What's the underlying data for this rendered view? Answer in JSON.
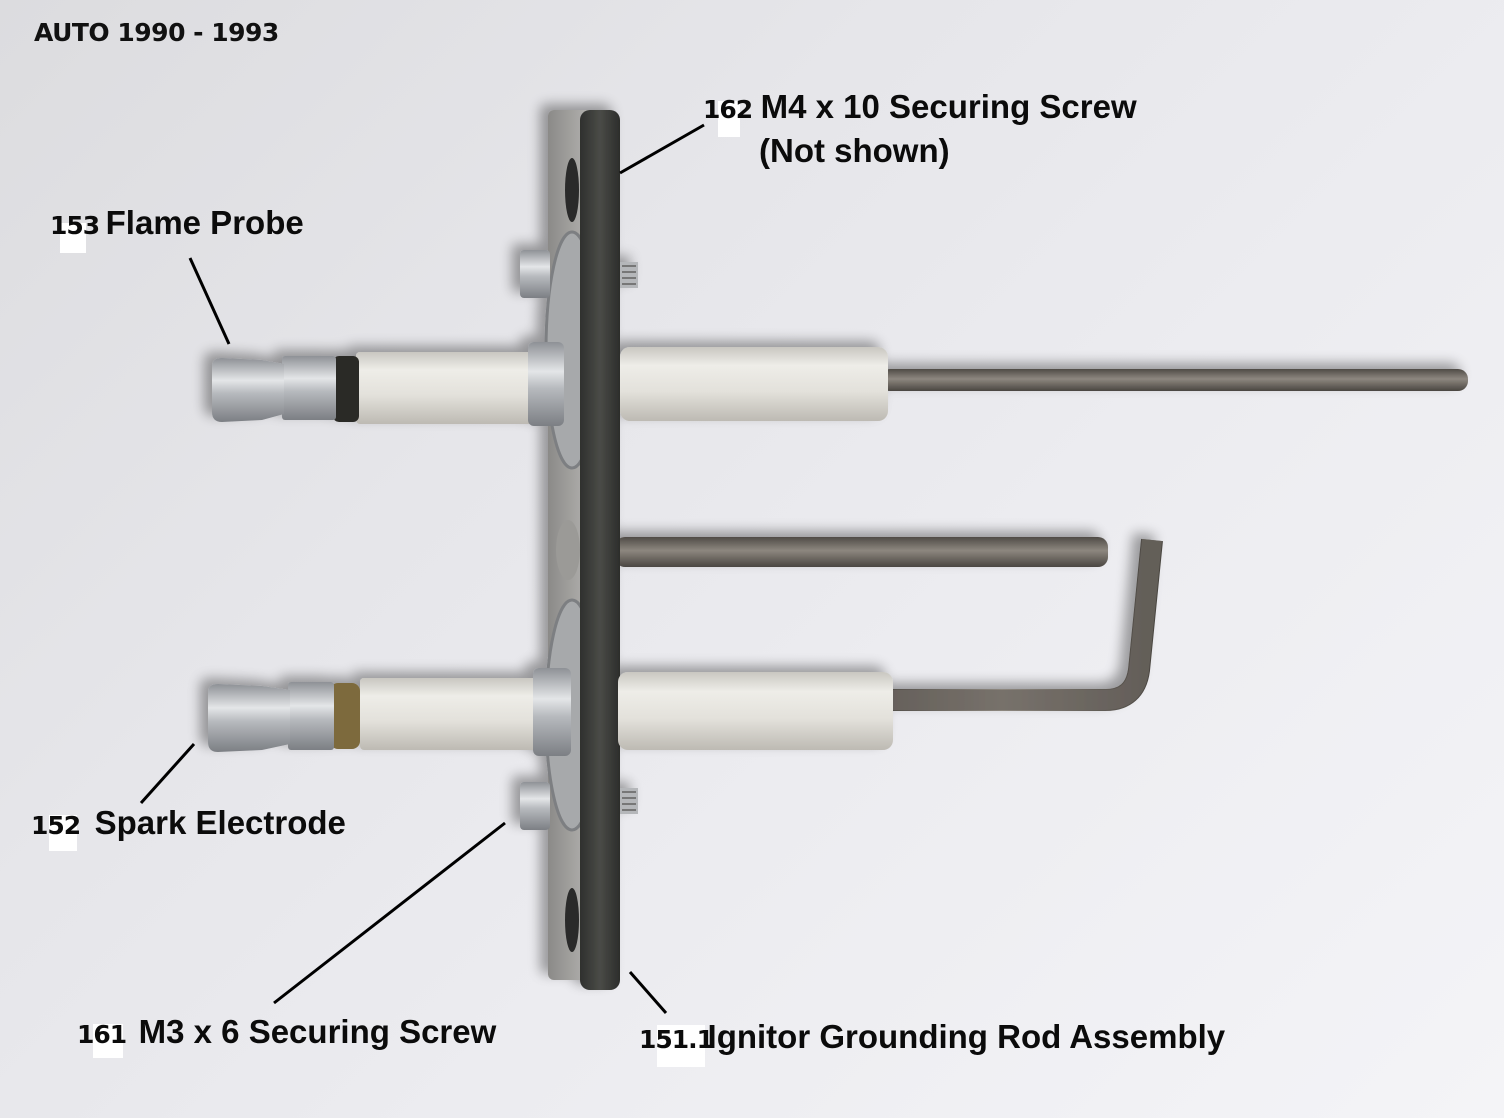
{
  "title": "AUTO 1990 - 1993",
  "labels": {
    "securing_screw_m4": {
      "number": "162",
      "text": "M4 x 10 Securing Screw",
      "subtext": "(Not shown)"
    },
    "flame_probe": {
      "number": "153",
      "text": "Flame Probe"
    },
    "spark_electrode": {
      "number": "152",
      "text": "Spark Electrode"
    },
    "securing_screw_m3": {
      "number": "161",
      "text": "M3 x 6 Securing Screw"
    },
    "ignitor_grounding_rod": {
      "number": "151.1",
      "text": "Ignitor Grounding Rod Assembly"
    }
  },
  "colors": {
    "background": "#e8e8ec",
    "bracket": "#3e3f3c",
    "ceramic": "#e6e4de",
    "metal_rod": "#6b6660",
    "aluminum": "#b9bcc0",
    "brass_ring": "#7d6a3c",
    "label_text": "#0b0b0b",
    "number_highlight": "#ffffff"
  }
}
